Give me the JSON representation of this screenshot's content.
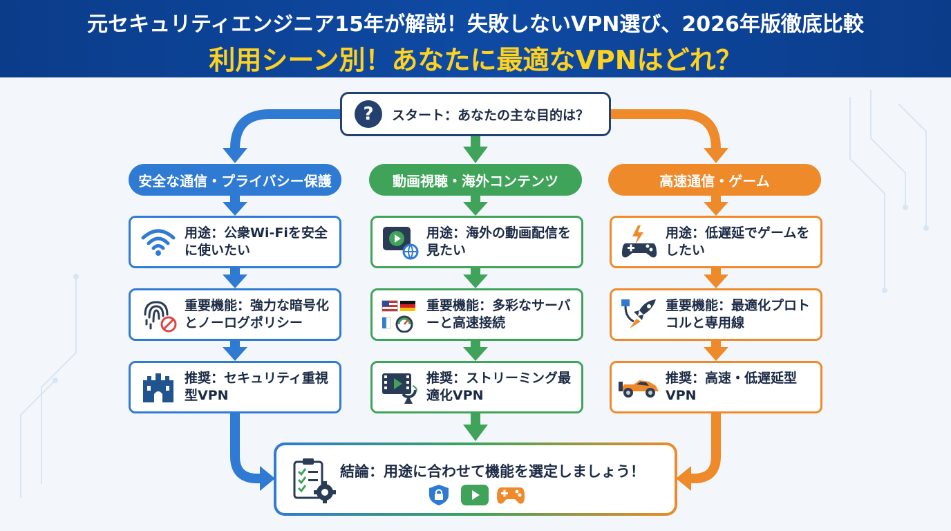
{
  "header": {
    "line1": "元セキュリティエンジニア15年が解説！失敗しないVPN選び、2026年版徹底比較",
    "line2": "利用シーン別！あなたに最適なVPNはどれ？"
  },
  "start": {
    "text": "スタート：あなたの主な目的は？"
  },
  "branches": [
    {
      "label": "安全な通信・プライバシー保護",
      "color": "#2f7ad3",
      "use": "用途：公衆Wi-Fiを安全に使いたい",
      "feature": "重要機能：強力な暗号化とノーログポリシー",
      "recommend": "推奨：セキュリティ重視型VPN"
    },
    {
      "label": "動画視聴・海外コンテンツ",
      "color": "#3fa35a",
      "use": "用途：海外の動画配信を見たい",
      "feature": "重要機能：多彩なサーバーと高速接続",
      "recommend": "推奨：ストリーミング最適化VPN"
    },
    {
      "label": "高速通信・ゲーム",
      "color": "#ef8a2b",
      "use": "用途：低遅延でゲームをしたい",
      "feature": "重要機能：最適化プロトコルと専用線",
      "recommend": "推奨：高速・低遅延型VPN"
    }
  ],
  "conclusion": {
    "text": "結論：用途に合わせて機能を選定しましょう！"
  }
}
